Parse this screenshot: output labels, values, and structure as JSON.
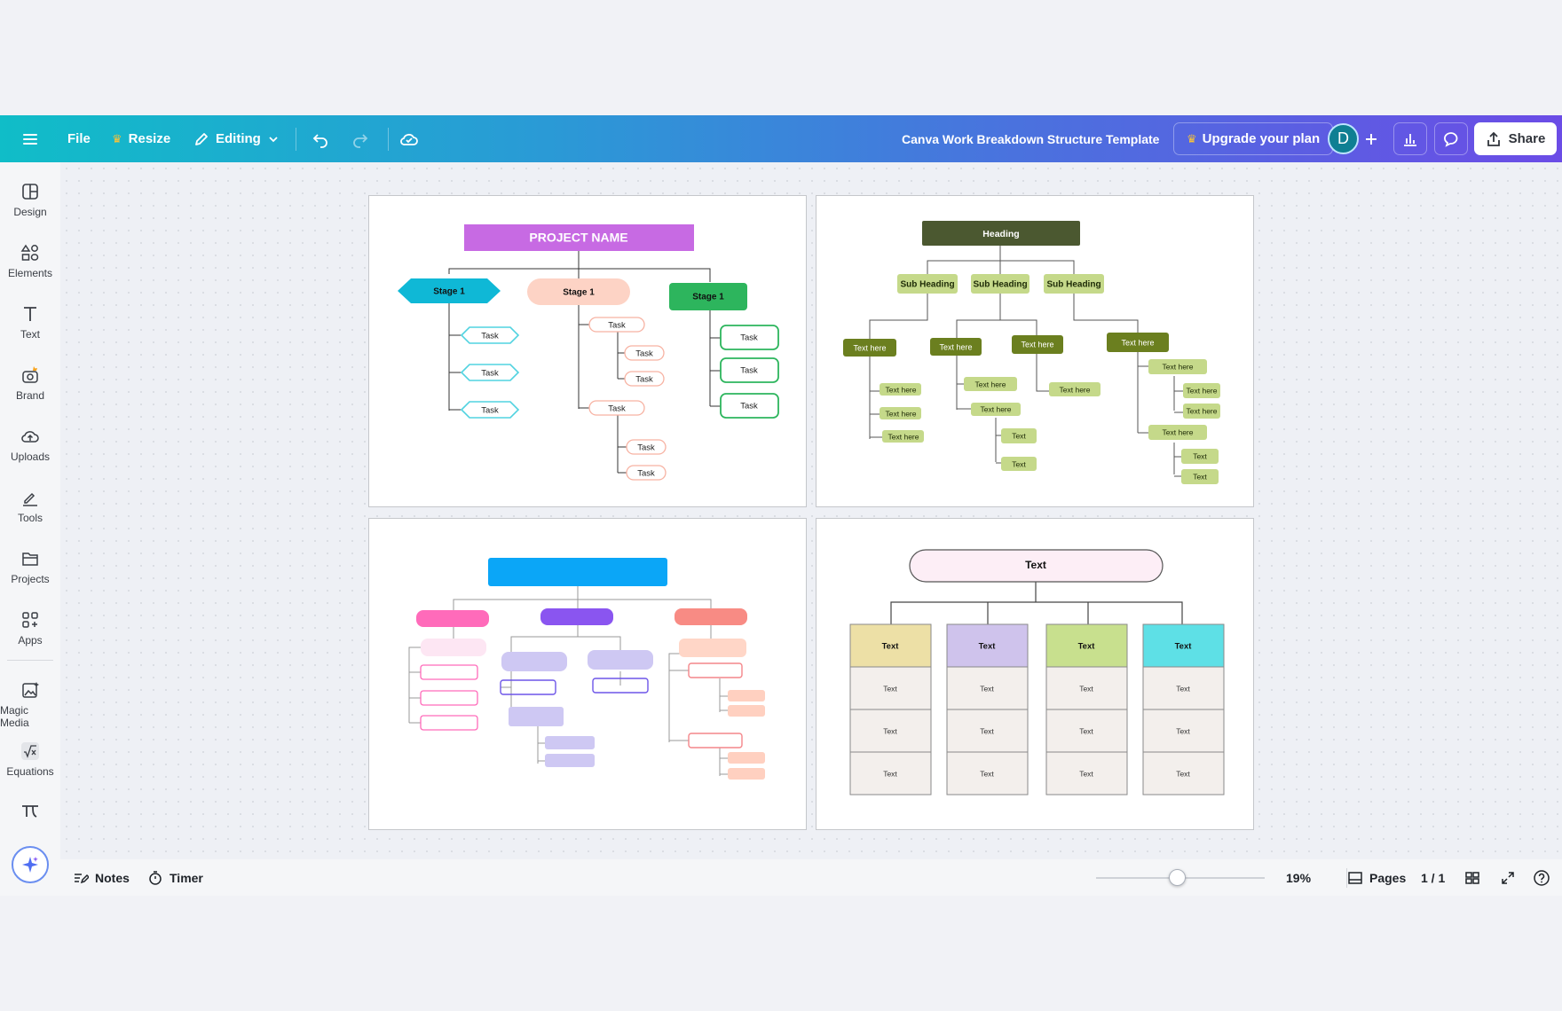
{
  "topbar": {
    "file_label": "File",
    "resize_label": "Resize",
    "editing_label": "Editing",
    "doc_title": "Canva Work Breakdown Structure Template",
    "upgrade_label": "Upgrade your plan",
    "avatar_initial": "D",
    "share_label": "Share"
  },
  "sidebar": {
    "items": [
      {
        "label": "Design",
        "icon": "design-icon"
      },
      {
        "label": "Elements",
        "icon": "elements-icon"
      },
      {
        "label": "Text",
        "icon": "text-icon"
      },
      {
        "label": "Brand",
        "icon": "brand-icon"
      },
      {
        "label": "Uploads",
        "icon": "uploads-icon"
      },
      {
        "label": "Tools",
        "icon": "tools-icon"
      },
      {
        "label": "Projects",
        "icon": "projects-icon"
      },
      {
        "label": "Apps",
        "icon": "apps-icon"
      },
      {
        "label": "Magic Media",
        "icon": "magic-media-icon"
      },
      {
        "label": "Equations",
        "icon": "equations-icon"
      }
    ]
  },
  "page1": {
    "project": "PROJECT NAME",
    "stages": [
      "Stage 1",
      "Stage 1",
      "Stage 1"
    ],
    "task": "Task"
  },
  "page2": {
    "heading": "Heading",
    "sub": "Sub Heading",
    "text_here": "Text here",
    "text": "Text"
  },
  "page4": {
    "top": "Text",
    "cell": "Text"
  },
  "bottombar": {
    "notes_label": "Notes",
    "timer_label": "Timer",
    "zoom_value": "19%",
    "zoom_level": 0.19,
    "pages_label": "Pages",
    "page_count": "1 / 1"
  },
  "colors": {
    "topbar_start": "#10bdc8",
    "topbar_end": "#6b4ce6",
    "project_purple": "#c76ae3",
    "stage_cyan": "#0fb8d6",
    "stage_peach": "#fdd3c5",
    "stage_green": "#2db55d",
    "heading_olive": "#4b5830",
    "sub_lime": "#c5d98a",
    "node_olive": "#6b7f1f",
    "blue_top": "#0ba6f7"
  }
}
